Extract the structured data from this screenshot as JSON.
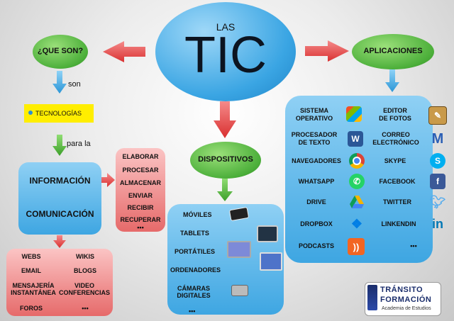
{
  "title_small": "LAS",
  "title_big": "TIC",
  "que_son": "¿QUE SON?",
  "son": "son",
  "tecnologias": "TECNOLOGÍAS",
  "para_la": "para la",
  "informacion": "INFORMACIÓN",
  "comunicacion": "COMUNICACIÓN",
  "actions": [
    "ELABORAR",
    "PROCESAR",
    "ALMACENAR",
    "ENVIAR",
    "RECIBIR",
    "RECUPERAR",
    "•••"
  ],
  "comm_tools": {
    "webs": "WEBS",
    "wikis": "WIKIS",
    "email": "EMAIL",
    "blogs": "BLOGS",
    "mensajeria_1": "MENSAJERÍA",
    "mensajeria_2": "INSTANTÁNEA",
    "video_1": "VIDEO",
    "video_2": "CONFERENCIAS",
    "foros": "FOROS",
    "more": "•••"
  },
  "dispositivos": "DISPOSITIVOS",
  "devices": {
    "moviles": "MÓVILES",
    "tablets": "TABLETS",
    "portatiles": "PORTÁTILES",
    "ordenadores": "ORDENADORES",
    "camaras_1": "CÁMARAS",
    "camaras_2": "DIGITALES",
    "more": "•••"
  },
  "aplicaciones": "APLICACIONES",
  "apps": {
    "sistema_1": "SISTEMA",
    "sistema_2": "OPERATIVO",
    "editor_1": "EDITOR",
    "editor_2": "DE FOTOS",
    "procesador_1": "PROCESADOR",
    "procesador_2": "DE TEXTO",
    "correo_1": "CORREO",
    "correo_2": "ELECTRÓNICO",
    "navegadores": "NAVEGADORES",
    "skype": "SKYPE",
    "whatsapp": "WHATSAPP",
    "facebook": "FACEBOOK",
    "drive": "DRIVE",
    "twitter": "TWITTER",
    "dropbox": "DROPBOX",
    "linkedin": "LINKENDIN",
    "podcasts": "PODCASTS",
    "more": "•••"
  },
  "logo": {
    "line1": "TRÁNSITO",
    "line2": "FORMACIÓN",
    "line3": "Academia de Estudios"
  },
  "colors": {
    "green": "#4caf3a",
    "blue": "#3aa5e3",
    "red_arrow": "#e84a4a",
    "yellow": "#ffee00"
  }
}
